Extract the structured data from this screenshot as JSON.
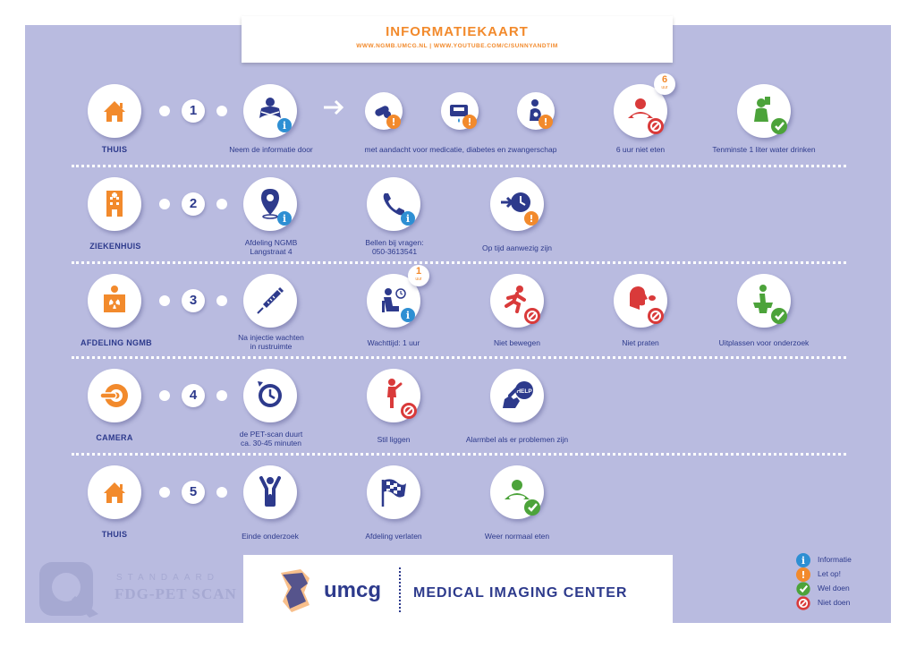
{
  "header": {
    "title": "INFORMATIEKAART",
    "links": "WWW.NGMB.UMCG.NL | WWW.YOUTUBE.COM/C/SUNNYANDTIM"
  },
  "colors": {
    "orange": "#f28a2c",
    "navy": "#2d3a8c",
    "red": "#d93a3a",
    "green": "#4ca33a",
    "panel": "#b9bbe0"
  },
  "rows": [
    {
      "step": "1",
      "category": "THUIS",
      "category_icon": "house-icon",
      "items": [
        {
          "label": "Neem de informatie door",
          "icon": "reading-person-icon"
        },
        {
          "label": "met aandacht voor medicatie, diabetes en zwangerschap",
          "icons": [
            "medication-icon",
            "diabetes-icon",
            "pregnancy-icon"
          ]
        },
        {
          "label": "6 uur niet eten",
          "icon": "no-eating-icon",
          "badge": "6",
          "badge_sub": "uur"
        },
        {
          "label": "Tenminste 1 liter water drinken",
          "icon": "drink-water-icon"
        }
      ]
    },
    {
      "step": "2",
      "category": "ZIEKENHUIS",
      "category_icon": "hospital-icon",
      "items": [
        {
          "label_1": "Afdeling NGMB",
          "label_2": "Langstraat 4",
          "icon": "location-pin-icon"
        },
        {
          "label_1": "Bellen bij vragen:",
          "label_2": "050-3613541",
          "icon": "phone-icon"
        },
        {
          "label": "Op tijd aanwezig zijn",
          "icon": "clock-arrival-icon"
        }
      ]
    },
    {
      "step": "3",
      "category": "AFDELING NGMB",
      "category_icon": "radiation-department-icon",
      "items": [
        {
          "label_1": "Na injectie wachten",
          "label_2": "in rustruimte",
          "icon": "syringe-icon"
        },
        {
          "label": "Wachttijd: 1 uur",
          "icon": "waiting-person-icon",
          "badge": "1",
          "badge_sub": "uur"
        },
        {
          "label": "Niet bewegen",
          "icon": "no-moving-icon"
        },
        {
          "label": "Niet praten",
          "icon": "no-talking-icon"
        },
        {
          "label": "Uitplassen voor onderzoek",
          "icon": "toilet-icon"
        }
      ]
    },
    {
      "step": "4",
      "category": "CAMERA",
      "category_icon": "pet-scanner-icon",
      "items": [
        {
          "label_1": "de PET-scan duurt",
          "label_2": "ca. 30-45 minuten",
          "icon": "duration-clock-icon"
        },
        {
          "label": "Stil liggen",
          "icon": "lie-still-icon"
        },
        {
          "label": "Alarmbel als er problemen zijn",
          "icon": "help-button-icon",
          "help": "HELP"
        }
      ]
    },
    {
      "step": "5",
      "category": "THUIS",
      "category_icon": "house-icon",
      "items": [
        {
          "label": "Einde onderzoek",
          "icon": "person-arms-up-icon"
        },
        {
          "label": "Afdeling verlaten",
          "icon": "checkered-flag-icon"
        },
        {
          "label": "Weer normaal eten",
          "icon": "eating-again-icon"
        }
      ]
    }
  ],
  "footer": {
    "badge_top": "STANDAARD",
    "badge_bottom": "FDG-PET SCAN",
    "brand": "umcg",
    "center": "MEDICAL IMAGING CENTER"
  },
  "legend": [
    {
      "label": "Informatie",
      "icon": "info-icon"
    },
    {
      "label": "Let op!",
      "icon": "warning-icon"
    },
    {
      "label": "Wel doen",
      "icon": "check-icon"
    },
    {
      "label": "Niet doen",
      "icon": "forbidden-icon"
    }
  ]
}
